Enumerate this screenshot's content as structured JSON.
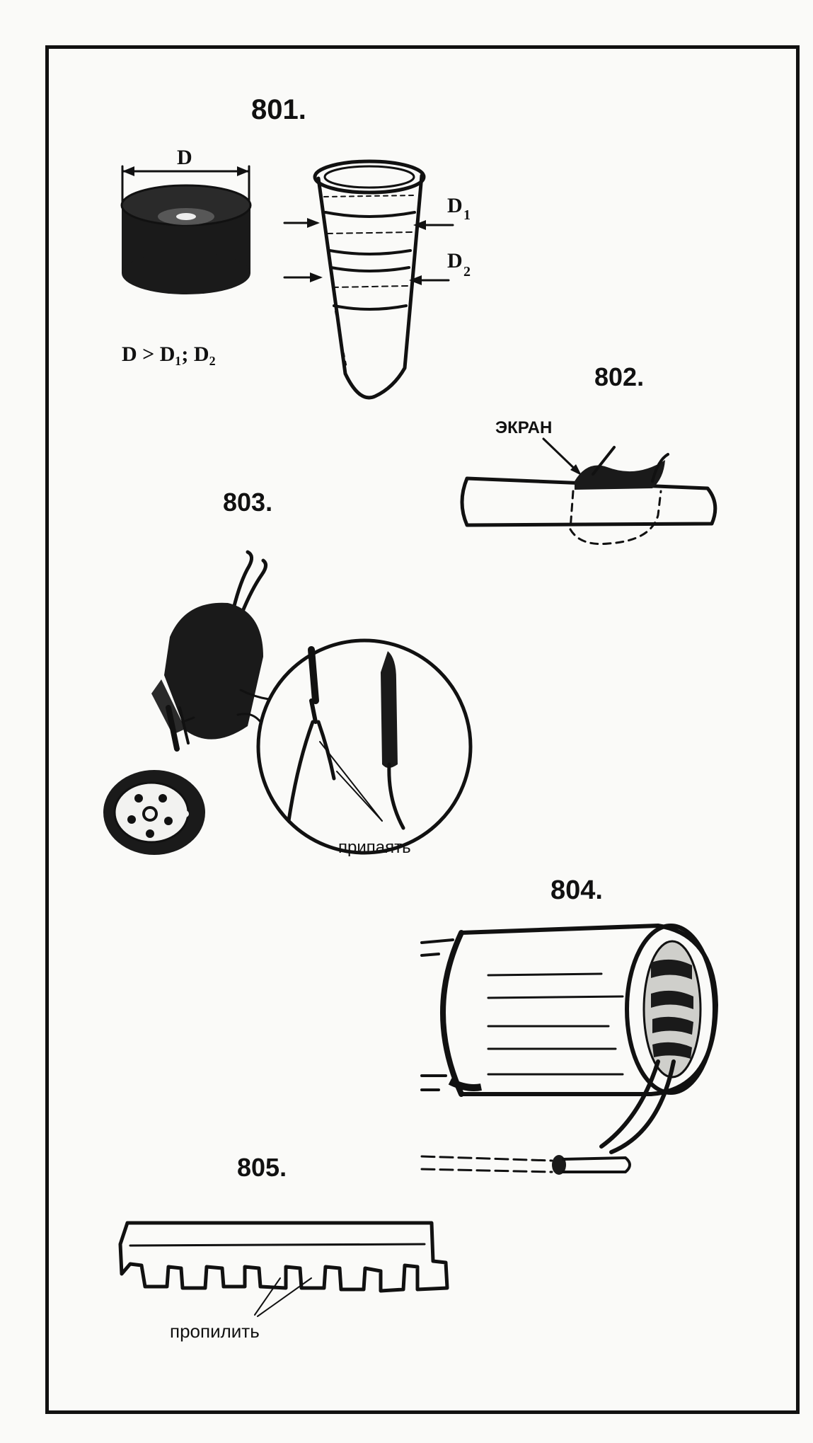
{
  "figures": {
    "f801": {
      "number": "801.",
      "d_label": "D",
      "d1_label": "D",
      "d1_sub": "1",
      "d2_label": "D",
      "d2_sub": "2",
      "formula": "D > D₁; D₂"
    },
    "f802": {
      "number": "802.",
      "label": "ЭКРАН"
    },
    "f803": {
      "number": "803.",
      "label": "припаять"
    },
    "f804": {
      "number": "804."
    },
    "f805": {
      "number": "805.",
      "label": "пропилить"
    }
  }
}
